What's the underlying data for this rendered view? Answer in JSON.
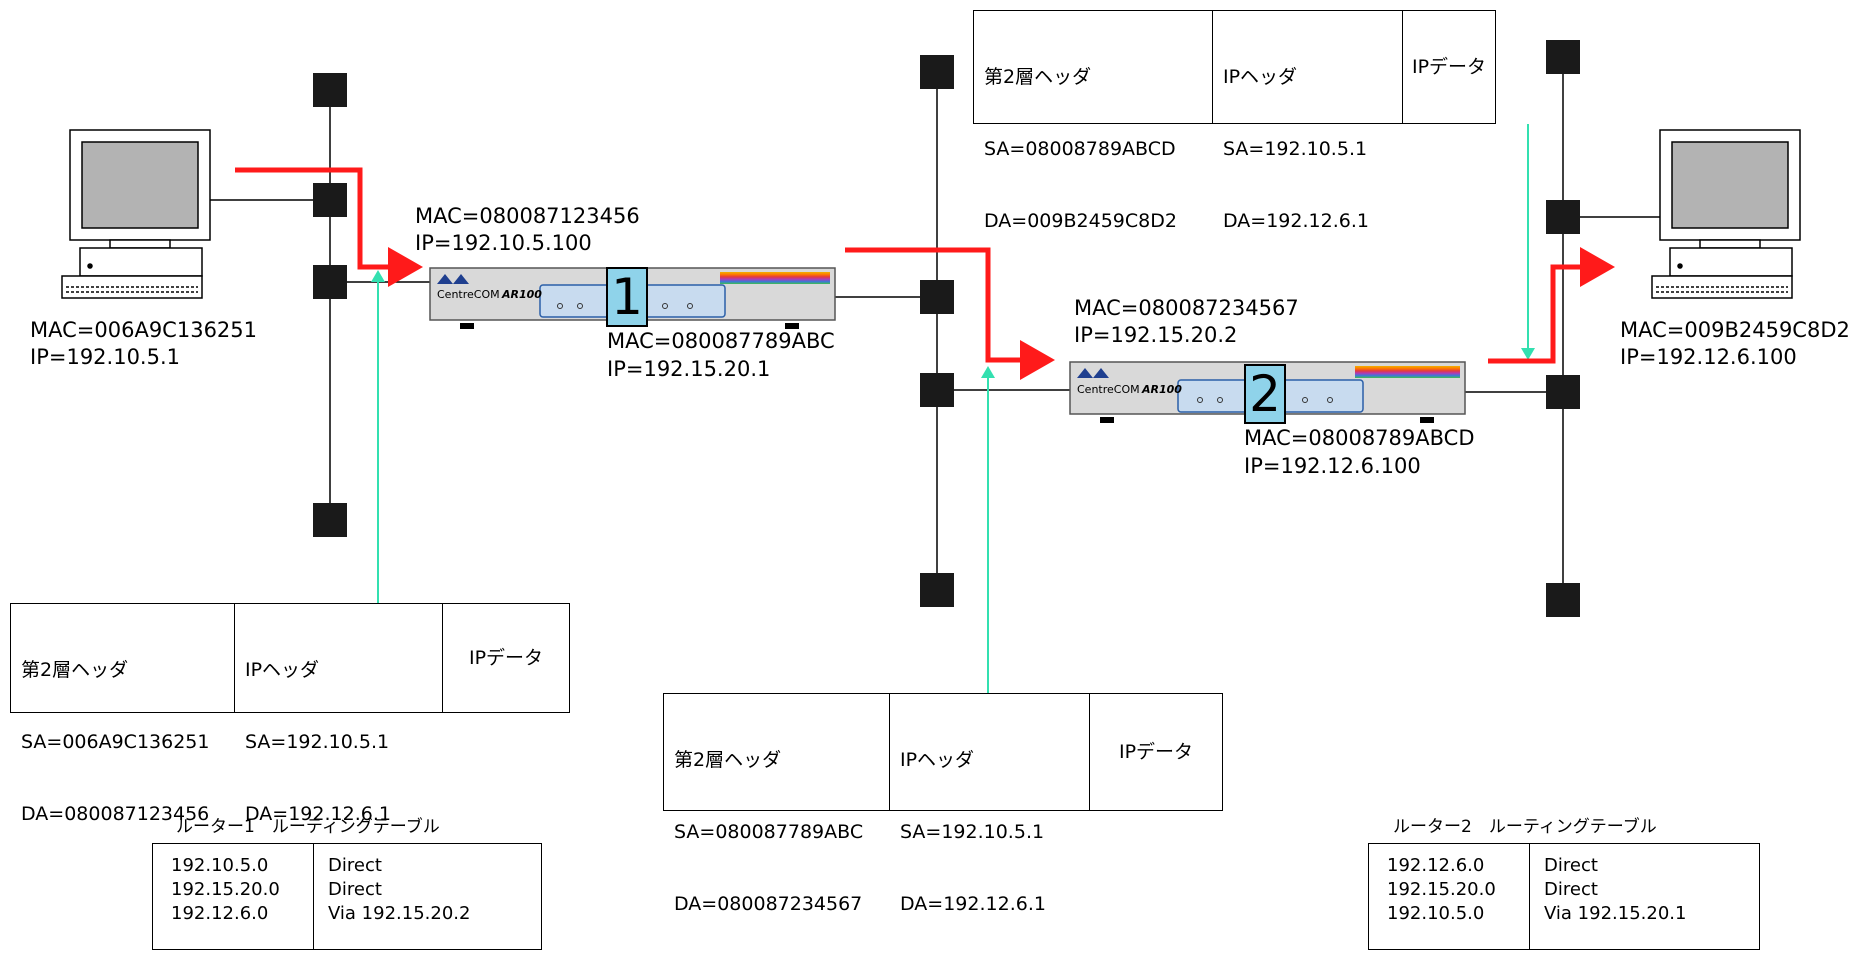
{
  "hosts": {
    "left": {
      "mac": "MAC=006A9C136251",
      "ip": "IP=192.10.5.1"
    },
    "right": {
      "mac": "MAC=009B2459C8D2",
      "ip": "IP=192.12.6.100"
    }
  },
  "routers": [
    {
      "number": "1",
      "brand": "CentreCOM",
      "model": "AR100",
      "port_a": {
        "mac": "MAC=080087123456",
        "ip": "IP=192.10.5.100"
      },
      "port_b": {
        "mac": "MAC=080087789ABC",
        "ip": "IP=192.15.20.1"
      }
    },
    {
      "number": "2",
      "brand": "CentreCOM",
      "model": "AR100",
      "port_a": {
        "mac": "MAC=080087234567",
        "ip": "IP=192.15.20.2"
      },
      "port_b": {
        "mac": "MAC=08008789ABCD",
        "ip": "IP=192.12.6.100"
      }
    }
  ],
  "packets": [
    {
      "l2_title": "第2層ヘッダ",
      "sa": "SA=006A9C136251",
      "da": "DA=080087123456",
      "ip_title": "IPヘッダ",
      "ip_sa": "SA=192.10.5.1",
      "ip_da": "DA=192.12.6.1",
      "data": "IPデータ"
    },
    {
      "l2_title": "第2層ヘッダ",
      "sa": "SA=080087789ABC",
      "da": "DA=080087234567",
      "ip_title": "IPヘッダ",
      "ip_sa": "SA=192.10.5.1",
      "ip_da": "DA=192.12.6.1",
      "data": "IPデータ"
    },
    {
      "l2_title": "第2層ヘッダ",
      "sa": "SA=08008789ABCD",
      "da": "DA=009B2459C8D2",
      "ip_title": "IPヘッダ",
      "ip_sa": "SA=192.10.5.1",
      "ip_da": "DA=192.12.6.1",
      "data": "IPデータ"
    }
  ],
  "routing_tables": [
    {
      "title": "ルーター1　ルーティングテーブル",
      "rows": [
        {
          "network": "192.10.5.0",
          "route": "Direct"
        },
        {
          "network": "192.15.20.0",
          "route": "Direct"
        },
        {
          "network": "192.12.6.0",
          "route": "Via 192.15.20.2"
        }
      ]
    },
    {
      "title": "ルーター2　ルーティングテーブル",
      "rows": [
        {
          "network": "192.12.6.0",
          "route": "Direct"
        },
        {
          "network": "192.15.20.0",
          "route": "Direct"
        },
        {
          "network": "192.10.5.0",
          "route": "Via 192.15.20.1"
        }
      ]
    }
  ],
  "colors": {
    "path": "#ff1a1a",
    "pointer": "#33e0b0",
    "badge": "#8fd3ea",
    "node": "#1a1a1a"
  }
}
